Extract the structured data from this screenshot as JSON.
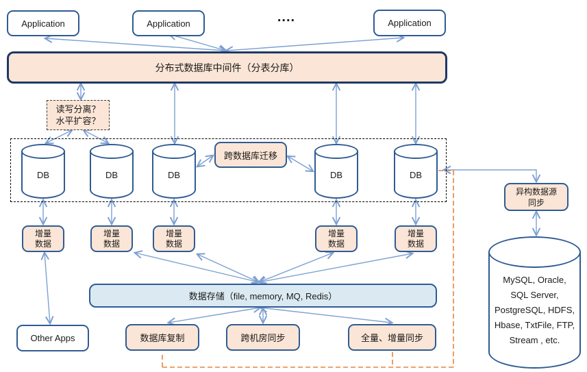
{
  "colors": {
    "peach_fill": "#FBE5D6",
    "pale_blue_fill": "#DBEAF2",
    "box_border_blue": "#2F5B93",
    "middleware_border_navy": "#1F3864",
    "arrow_blue": "#7DA0D2",
    "orange_dashed": "#E8833A"
  },
  "apps": {
    "label": "Application",
    "ellipsis": "...."
  },
  "middleware": {
    "label": "分布式数据库中间件（分表分库）"
  },
  "note": {
    "line1": "读写分离？",
    "line2": "水平扩容？"
  },
  "db": {
    "label": "DB"
  },
  "migration": {
    "label": "跨数据库迁移"
  },
  "hetero_sync": {
    "line1": "异构数据源",
    "line2": "同步"
  },
  "delta": {
    "line1": "增量",
    "line2": "数据"
  },
  "storage": {
    "label": "数据存储（file, memory, MQ, Redis）"
  },
  "other_apps": {
    "label": "Other Apps"
  },
  "db_replication": {
    "label": "数据库复制"
  },
  "cross_idc_sync": {
    "label": "跨机房同步"
  },
  "full_delta_sync": {
    "label": "全量、增量同步"
  },
  "sources": {
    "lines": [
      "MySQL, Oracle,",
      "SQL Server,",
      "PostgreSQL, HDFS,",
      "Hbase, TxtFile, FTP,",
      "Stream , etc."
    ]
  }
}
